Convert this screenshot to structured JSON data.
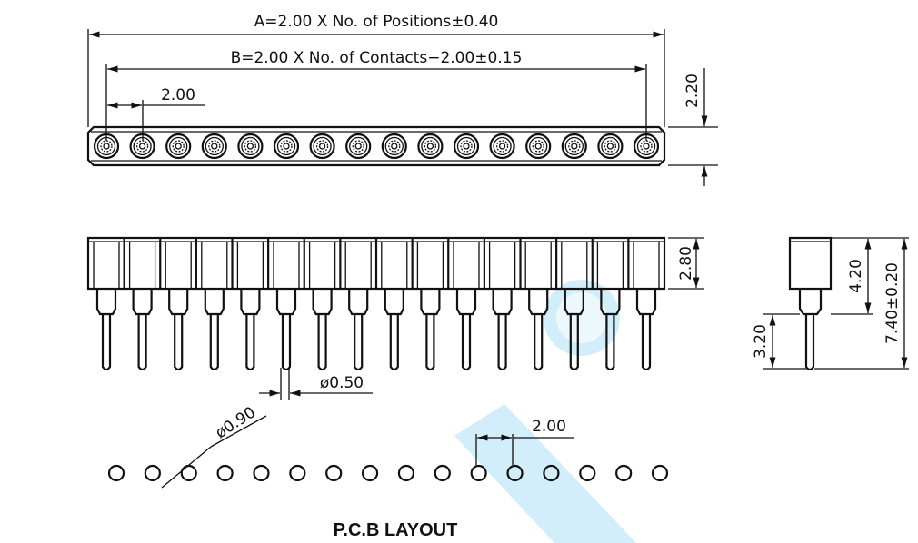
{
  "top_view": {
    "dim_a_label": "A=2.00 X No. of Positions±0.40",
    "dim_b_label": "B=2.00 X No. of Contacts−2.00±0.15",
    "pitch_label": "2.00",
    "width_label": "2.20"
  },
  "front_view": {
    "height_label": "2.80",
    "pin_diameter_label": "ø0.50"
  },
  "side_view": {
    "body_height_label": "4.20",
    "total_height_label": "7.40±0.20",
    "tail_length_label": "3.20"
  },
  "pcb_layout": {
    "hole_diameter_label": "ø0.90",
    "pitch_label": "2.00",
    "title": "P.C.B  LAYOUT"
  },
  "counts": {
    "positions": 16
  },
  "colors": {
    "line": "#111111",
    "watermark": "#00a3e6"
  }
}
